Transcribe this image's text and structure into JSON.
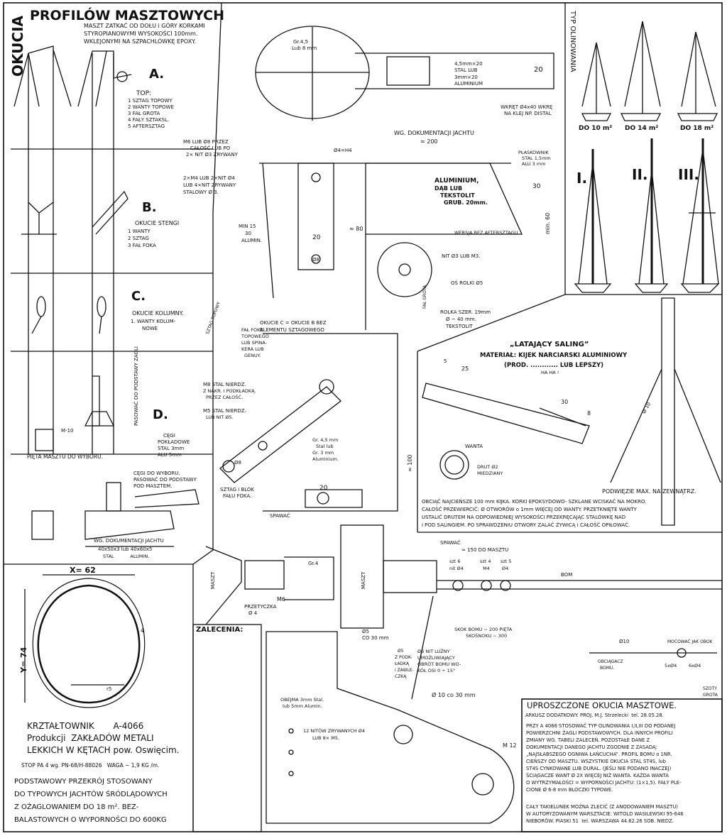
{
  "main_title": "PROFILÓW MASZTOWYCH",
  "side_title": "OKUCIA",
  "mast_note": [
    "MASZT ZATKAĆ OD DOŁU i GÓRY KORKAMI",
    "STYROPIANOWYMI WYSOKOŚCI 100mm.",
    "WKLEJONYMI NA SZPACHLÓWKĘ EPOXY."
  ],
  "section_a": {
    "letter": "A.",
    "heading": "TOP:",
    "items": [
      "1 SZTAG TOPOWY",
      "2 WANTY TOPOWE",
      "3 FAŁ GROTA",
      "4 FAŁY SZTAKSL.",
      "5 AFTERSZTAG"
    ]
  },
  "section_b": {
    "letter": "B.",
    "heading": "OKUCIE STENGI",
    "items": [
      "1 WANTY",
      "2 SZTAG",
      "3 FAŁ FOKA"
    ]
  },
  "section_c": {
    "letter": "C.",
    "heading": "OKUCIE KOLUMNY.",
    "items": [
      "1. WANTY KOLUM-",
      "NOWE"
    ]
  },
  "section_d": {
    "letter": "D.",
    "vert_label": "PASOWAĆ DO PODSTAWY ZAGLI",
    "cegi": [
      "CĘGI",
      "POKŁADOWE",
      "STAL 3mm",
      "ALU 5mm"
    ],
    "m10": "M-10"
  },
  "pieta": "PIĘTA MASZTU DO WYBORU.",
  "cegi_note": [
    "CĘGI DO WYBORU.",
    "PASOWAĆ DO PODSTAWY",
    "POD MASZTEM."
  ],
  "wg_dok": "WG. DOKUMENTACJI JACHTU",
  "profiles": [
    "40x50x3 lub 40x60x5"
  ],
  "stal_alumin": "STAL           ALUMIN.",
  "rig_types": {
    "title": "TYP OLINOWANIA",
    "boats": [
      "DO 10 m²",
      "DO 14 m²",
      "DO 18 m²"
    ],
    "roman": [
      "I.",
      "II.",
      "III."
    ]
  },
  "top_detail": {
    "gr_label": [
      "Gr.4,5",
      "Lub 8 mm"
    ],
    "materials": [
      "4,5mm×20",
      "STAL LUB",
      "3mm×20",
      "ALUMINIUM"
    ],
    "dim_20": "20",
    "wkret": [
      "WKRĘT Ø4x40 WKRĘ",
      "NA KLEJ NP. DISTAL"
    ],
    "wg_dok": "WG. DOKUMENTACJI JACHTU",
    "approx_200": "≈ 200",
    "m6": [
      "M6 LUB Ø8 PRZEZ",
      "CAŁOŚĆ LUB PO",
      "2× NIT Ø3 ZRYWANY"
    ],
    "d4h4": "Ø4=H4",
    "plaskownik": [
      "PŁASKOWNIK",
      "STAL 1,5mm",
      "ALU 3 mm"
    ],
    "aluminium": [
      "ALUMINIUM,",
      "DĄB LUB",
      "TEKSTOLIT",
      "GRUB. 20mm."
    ],
    "m4": [
      "2×M4 LUB 2×NIT Ø4",
      "LUB 4×NIT ZRYWANY",
      "STALOWY Ø 3."
    ],
    "dim30": "30",
    "min60": "min. 60",
    "wersja": "WERSJA BEZ AFTERSZTAGU",
    "min15": [
      "MIN 15",
      "30",
      "ALUMIN."
    ],
    "dim20b": "20",
    "dim80": "≈ 80",
    "d8": "Ø8",
    "nit": "NIT Ø3 LUB M3.",
    "os_rolki": "OŚ ROLKI Ø5",
    "rolka": [
      "ROLKA SZER. 19mm",
      "Ø ~ 40 mm.",
      "TEKSTOLIT"
    ],
    "fal_grota": "FAŁ GROTA",
    "sztag_topowy": "SZTAG TOPOWY",
    "fal_foka": [
      "FAŁ FOKA",
      "TOPOWEGO",
      "LUB SPINA-",
      "KERA LUB",
      "GENUY."
    ]
  },
  "middle_detail": {
    "okucie": [
      "OKUCIE C = OKUCIE B BEZ",
      "ELEMENTU SZTAGOWEGO"
    ],
    "m8": [
      "M8 STAL NIERDZ.",
      "Z NAKR. I PODKŁADKĄ.",
      "PRZEZ CAŁOŚĆ."
    ],
    "m5": [
      "M5 STAL NIERDZ.",
      "LUB NIT Ø5."
    ],
    "gr": [
      "Gr. 4,5 mm",
      "Stal lub",
      "Gr. 3 mm",
      "Aluminium."
    ],
    "d8": "Ø8",
    "dim20": "20",
    "dim100": "≈ 100",
    "sztag": [
      "SZTAG i BLOK",
      "FAŁU FOKA."
    ]
  },
  "saling": {
    "title": "„LATAJĄCY SALING”",
    "material": [
      "MATERIAŁ: KIJEK NARCIARSKI ALUMINIOWY",
      "(PROD. ............ LUB LEPSZY)",
      "HA HA !"
    ],
    "dims": [
      "5",
      "25",
      "30",
      "8",
      "Ø 10"
    ],
    "wanta": "WANTA",
    "drut": [
      "DRUT Ø2",
      "MIEDZIANY"
    ],
    "podwiezie": "PODWIĘZIE MAX. NA ZEWNĄTRZ.",
    "note": [
      "OBCIĄĆ NAJCIEŃSZE 100 mm KIJKA. KORKI EPOKSYDOWO- SZKLANE WCISKAĆ NA MOKRO.",
      "CAŁOŚĆ PRZEWIERCIĆ: Ø OTWORÓW o 1mm WIĘCEJ OD WANTY. PRZETKNIĘTE WANTY",
      "USTALIĆ DRUTEM NA ODPOWIEDNIEJ WYSOKOŚCI PRZEKRĘCAJĄC STALÓWKĘ NAD",
      "i POD SALINGIEM. PO SPRAWDZENIU OTWORY ZALAĆ ŻYWICĄ i CAŁOŚĆ OPIŁOWAĆ."
    ]
  },
  "section_x": {
    "x": "X= 62",
    "y": "Y= 74",
    "four": "4",
    "r5": "r5"
  },
  "krztaltownik": {
    "line1": "KRZTAŁTOWNIK       A-4066",
    "line2": "Produkcji  ZAKŁADÓW METALI",
    "line3": "LEKKICH W KĘTACH pow. Oswięcim.",
    "stop": "STOP PA 4 wg. PN-68/H-88026   WAGA ~ 1,9 KG /m."
  },
  "bottom_left": [
    "PODSTAWOWY PRZEKRÓJ STOSOWANY",
    "DO TYPOWYCH JACHTÓW ŚRÓDLĄDOWYCH",
    "Z OŻAGLOWANIEM DO 18 m². BEZ-",
    "BALASTOWYCH O WYPORNOŚCI DO 600KG"
  ],
  "spawac": "SPAWAĆ",
  "boom": {
    "gr4": "Gr.4",
    "maszt": "MASZT",
    "m6": "M6",
    "przetyczka": [
      "PRZETYCZKA",
      "Ø 4"
    ],
    "d5": [
      "Ø5",
      "CO 30 mm"
    ],
    "approx150": "≈ 150 DO MASZTU",
    "szt": [
      "szt 6",
      "szt 4",
      "szt 5"
    ],
    "nit": [
      "nit Ø4",
      "M4",
      "Ø4"
    ],
    "bom": "BOM",
    "skok": [
      "SKOK BOMU ~ 200 PIĘTA",
      "SKOŚNOKU ~ 300"
    ],
    "d6": [
      "Ø6 NIT LUŹNY",
      "UMOŻLIWIAJĄCY",
      "OBRÓT BOMU WO-",
      "KÓŁ OSI 0 ÷ 15°"
    ],
    "d5b": [
      "Ø5",
      "Z PODK-",
      "ŁADKĄ",
      "i ZAWLE-",
      "CZKĄ"
    ],
    "d10": "Ø10",
    "obciagacz": [
      "OBCIĄGACZ",
      "BOMU."
    ],
    "mocowac": "MOCOWAĆ JAK OBOK",
    "sizes": [
      "5xØ4",
      "6xØ4"
    ],
    "szoty": [
      "SZOTY",
      "GROTA"
    ]
  },
  "zalecenia": {
    "title": "ZALECENIA:"
  },
  "plate": {
    "obejma": [
      "OBEJMA 3mm Stal.",
      "lub 5mm Alumin."
    ],
    "nitow": [
      "12 NITÓW ZRYWANYCH Ø4",
      "LUB 8× M5."
    ],
    "d10": "Ø 10 co 30 mm",
    "m12": "M 12"
  },
  "simplified": {
    "title": "UPROSZCZONE OKUCIA MASZTOWE.",
    "sheet": "ARKUSZ DODATKOWY. PROJ. M.J. Strzelecki  tel. 28.05.28.",
    "body": [
      "PRZY A 4066 STOSOWAĆ TYP OLINOWANIA I,II,III DO PODANEJ",
      "POWIERZCHNI ŻAGLI PODSTAWOWYCH. DLA INNYCH PROFILI",
      "ZMIANY WG. TABELI ZALECEŃ. POZOSTAŁE DANE Z",
      "DOKUMENTACJI DANEGO JACHTU ZGODNIE Z ZASADĄ:",
      "„NAJSŁABSZEGO OGNIWA ŁAŃCUCHA”. PROFIL BOMU o 1NR.",
      "CIEŃSZY OD MASZTU. WSZYSTKIE OKUCIA STAL ST4S, lub",
      "ST4S CYNKOWANE LUB DURAL. (JEŚLI NIE PODANO INACZEJ)",
      "ŚCIĄGACZE WANT Ø 2X WIĘCEJ NIŻ WANTA. KAŻDA WANTA",
      "O WYTRZYMAŁOŚCI = WYPORNOŚCI JACHTU: (1×1,5). FAŁY PLE-",
      "CIONE Ø 6-8 mm BLOCZKI TYPOWE."
    ],
    "footer": [
      "CAŁY TAKIELUNEK MOŻNA ZLECIĆ (Z ANODOWANIEM MASZTU)",
      "W AUTORYZOWANYM WARSZTACIE: WITOLD WASILEWSKI 95-646",
      "NIEBORÓW. PIASKI 51  tel. WARSZAWA 44.62.26 SOB. NIEDZ."
    ]
  }
}
